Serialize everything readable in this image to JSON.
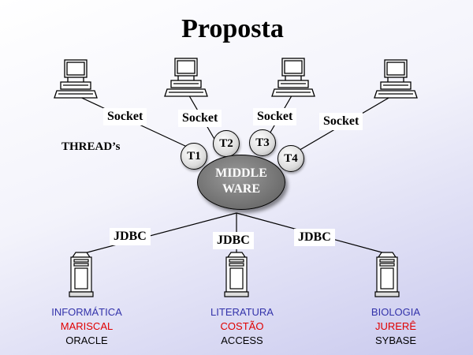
{
  "title": "Proposta",
  "threads_label": "THREAD’s",
  "middleware": {
    "line1": "MIDDLE",
    "line2": "WARE"
  },
  "sockets": [
    "Socket",
    "Socket",
    "Socket",
    "Socket"
  ],
  "threads": [
    "T1",
    "T2",
    "T3",
    "T4"
  ],
  "jdbc": [
    "JDBC",
    "JDBC",
    "JDBC"
  ],
  "databases": [
    {
      "name": "INFORMÁTICA",
      "place": "MARISCAL",
      "engine": "ORACLE"
    },
    {
      "name": "LITERATURA",
      "place": "COSTÃO",
      "engine": "ACCESS"
    },
    {
      "name": "BIOLOGIA",
      "place": "JURERÊ",
      "engine": "SYBASE"
    }
  ],
  "icons": {
    "client": "desktop-computer-icon",
    "server": "server-tower-icon"
  }
}
